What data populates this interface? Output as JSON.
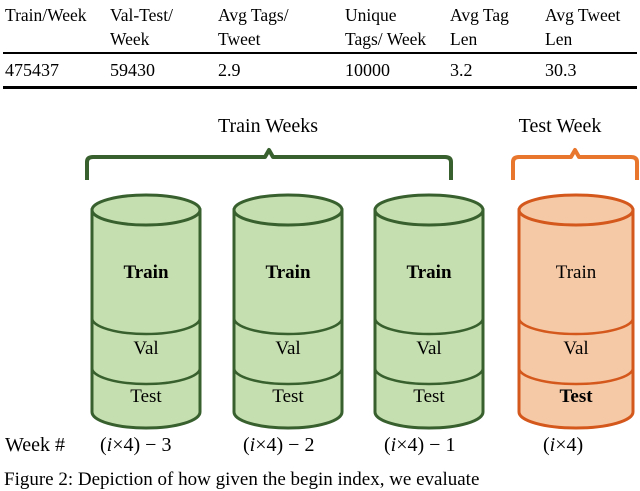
{
  "table": {
    "columns": [
      {
        "header": "Train/Week",
        "value": "475437"
      },
      {
        "header": "Val-Test/\nWeek",
        "value": "59430"
      },
      {
        "header": "Avg Tags/\nTweet",
        "value": "2.9"
      },
      {
        "header": "Unique\nTags/ Week",
        "value": "10000"
      },
      {
        "header": "Avg Tag\nLen",
        "value": "3.2"
      },
      {
        "header": "Avg Tweet\nLen",
        "value": "30.3"
      }
    ]
  },
  "figure": {
    "braces": [
      {
        "label": "Train Weeks",
        "color": "#38602e"
      },
      {
        "label": "Test Week",
        "color": "#e8762c"
      }
    ],
    "cylinders": [
      {
        "id": "week-1",
        "fill": "#c6dfb0",
        "stroke": "#38602e",
        "segments": [
          {
            "label": "Train",
            "emphasis": true
          },
          {
            "label": "Val",
            "emphasis": false
          },
          {
            "label": "Test",
            "emphasis": false
          }
        ]
      },
      {
        "id": "week-2",
        "fill": "#c6dfb0",
        "stroke": "#38602e",
        "segments": [
          {
            "label": "Train",
            "emphasis": true
          },
          {
            "label": "Val",
            "emphasis": false
          },
          {
            "label": "Test",
            "emphasis": false
          }
        ]
      },
      {
        "id": "week-3",
        "fill": "#c6dfb0",
        "stroke": "#38602e",
        "segments": [
          {
            "label": "Train",
            "emphasis": true
          },
          {
            "label": "Val",
            "emphasis": false
          },
          {
            "label": "Test",
            "emphasis": false
          }
        ]
      },
      {
        "id": "week-4",
        "fill": "#f6c9a6",
        "stroke": "#d4581c",
        "segments": [
          {
            "label": "Train",
            "emphasis": false
          },
          {
            "label": "Val",
            "emphasis": false
          },
          {
            "label": "Test",
            "emphasis": true
          }
        ]
      }
    ],
    "week_row": {
      "title": "Week #",
      "labels": [
        {
          "prefix": "(",
          "var": "i",
          "mid": "×4) − 3"
        },
        {
          "prefix": "(",
          "var": "i",
          "mid": "×4) − 2"
        },
        {
          "prefix": "(",
          "var": "i",
          "mid": "×4) − 1"
        },
        {
          "prefix": "(",
          "var": "i",
          "mid": "×4)"
        }
      ]
    }
  },
  "caption": {
    "text": "Figure 2: Depiction of how given the begin index, we evaluate"
  },
  "colors": {
    "green_fill": "#c6dfb0",
    "green_stroke": "#38602e",
    "orange_fill": "#f6c9a6",
    "orange_stroke": "#d4581c",
    "rule": "#000000"
  }
}
